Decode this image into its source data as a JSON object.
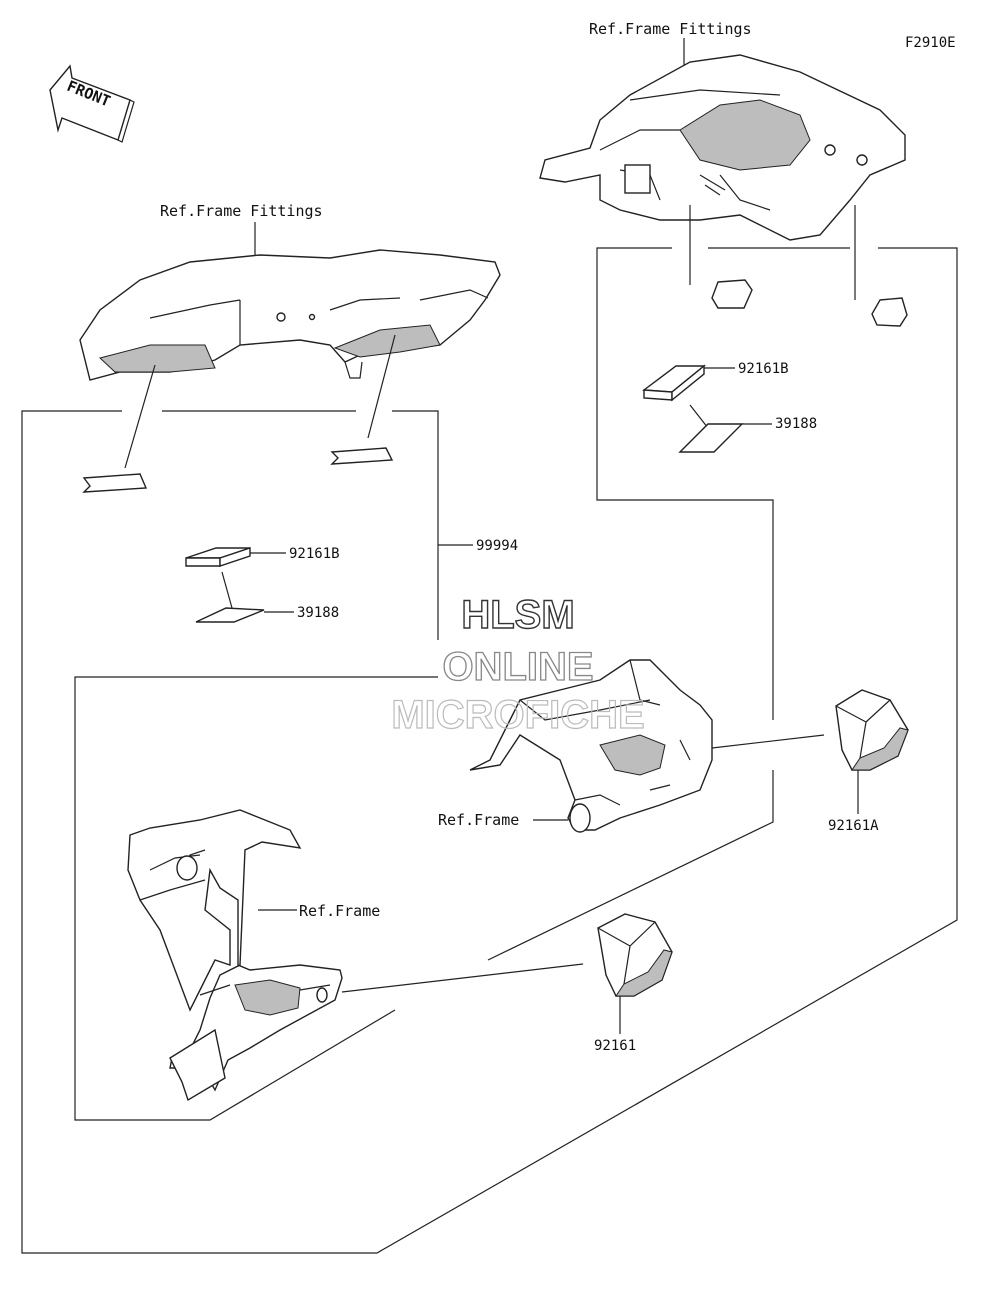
{
  "diagram_code": "F2910E",
  "front_arrow_label": "FRONT",
  "watermark": {
    "line1": "HLSM",
    "line2": "ONLINE",
    "line3": "MICROFICHE"
  },
  "labels": {
    "ref_frame_fittings_top": "Ref.Frame Fittings",
    "ref_frame_fittings_left": "Ref.Frame Fittings",
    "ref_frame_right": "Ref.Frame",
    "ref_frame_left": "Ref.Frame"
  },
  "parts": {
    "p92161B_left": "92161B",
    "p39188_left": "39188",
    "p99994": "99994",
    "p92161B_right": "92161B",
    "p39188_right": "39188",
    "p92161A": "92161A",
    "p92161": "92161"
  }
}
